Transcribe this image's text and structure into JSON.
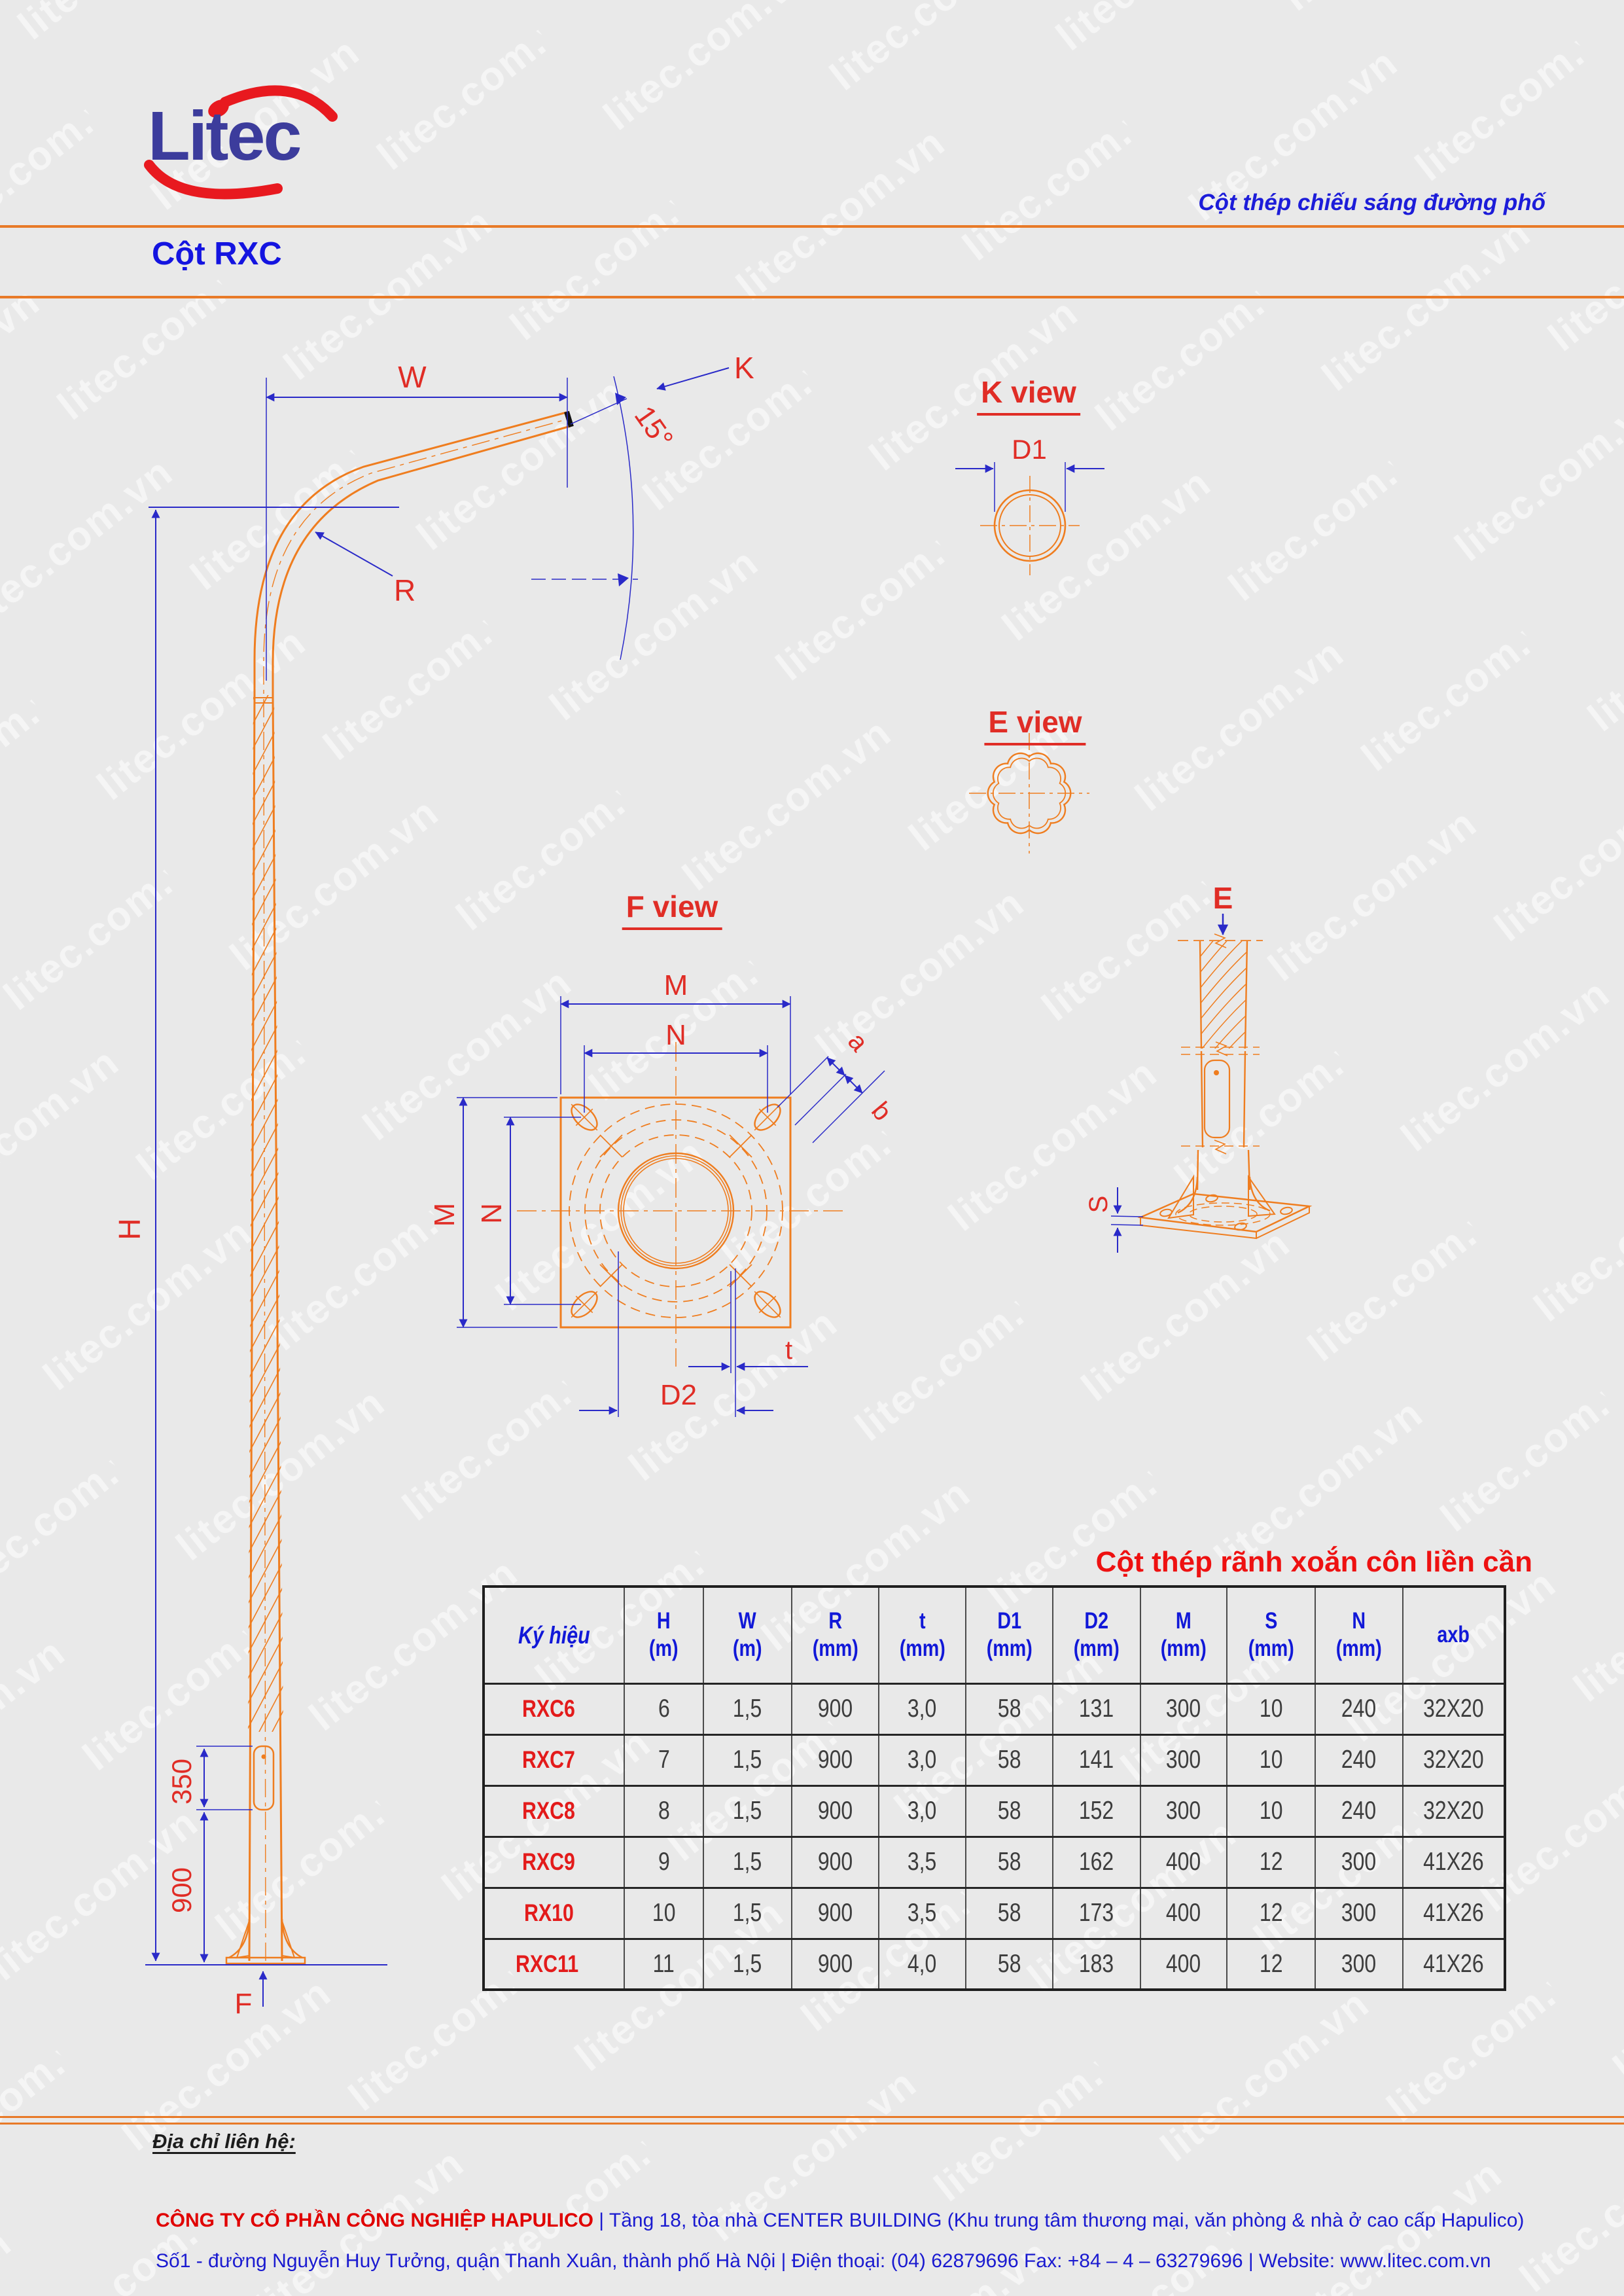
{
  "page": {
    "watermark": "litec.com.vn"
  },
  "colors": {
    "background": "#e9e9e9",
    "accent_orange": "#e87a28",
    "drawing_orange": "#ef7d1f",
    "dimension_blue": "#2a2ac8",
    "label_red": "#e02d26",
    "heading_blue": "#1414e0",
    "logo_blue": "#3c3c9c",
    "logo_red": "#e8191f",
    "footer_red": "#e00000",
    "table_text": "#3d3d3d"
  },
  "header": {
    "logo_text": "Litec",
    "tagline": "Cột thép chiếu sáng đường phố",
    "page_title": "Cột RXC"
  },
  "drawing": {
    "view_titles": {
      "k": "K view",
      "e": "E view",
      "f": "F view"
    },
    "labels": {
      "w": "W",
      "k": "K",
      "angle": "15°",
      "r": "R",
      "h": "H",
      "len350": "350",
      "len900": "900",
      "f": "F",
      "d1": "D1",
      "e": "E",
      "s": "S",
      "m_top": "M",
      "n_top": "N",
      "m_left": "M",
      "n_left": "N",
      "a": "a",
      "b": "b",
      "t": "t",
      "d2": "D2"
    }
  },
  "table": {
    "title": "Cột thép rãnh xoắn côn liền cần",
    "columns": [
      {
        "label": "Ký hiệu",
        "unit": ""
      },
      {
        "label": "H",
        "unit": "(m)"
      },
      {
        "label": "W",
        "unit": "(m)"
      },
      {
        "label": "R",
        "unit": "(mm)"
      },
      {
        "label": "t",
        "unit": "(mm)"
      },
      {
        "label": "D1",
        "unit": "(mm)"
      },
      {
        "label": "D2",
        "unit": "(mm)"
      },
      {
        "label": "M",
        "unit": "(mm)"
      },
      {
        "label": "S",
        "unit": "(mm)"
      },
      {
        "label": "N",
        "unit": "(mm)"
      },
      {
        "label": "axb",
        "unit": ""
      }
    ],
    "rows": [
      {
        "name": "RXC6",
        "values": [
          "6",
          "1,5",
          "900",
          "3,0",
          "58",
          "131",
          "300",
          "10",
          "240",
          "32X20"
        ]
      },
      {
        "name": "RXC7",
        "values": [
          "7",
          "1,5",
          "900",
          "3,0",
          "58",
          "141",
          "300",
          "10",
          "240",
          "32X20"
        ]
      },
      {
        "name": "RXC8",
        "values": [
          "8",
          "1,5",
          "900",
          "3,0",
          "58",
          "152",
          "300",
          "10",
          "240",
          "32X20"
        ]
      },
      {
        "name": "RXC9",
        "values": [
          "9",
          "1,5",
          "900",
          "3,5",
          "58",
          "162",
          "400",
          "12",
          "300",
          "41X26"
        ]
      },
      {
        "name": "RX10",
        "values": [
          "10",
          "1,5",
          "900",
          "3,5",
          "58",
          "173",
          "400",
          "12",
          "300",
          "41X26"
        ]
      },
      {
        "name": "RXC11",
        "values": [
          "11",
          "1,5",
          "900",
          "4,0",
          "58",
          "183",
          "400",
          "12",
          "300",
          "41X26"
        ]
      }
    ]
  },
  "footer": {
    "heading": "Địa chỉ liên hệ:",
    "company": "CÔNG TY CỔ PHẦN CÔNG NGHIỆP HAPULICO",
    "sep": "|",
    "line1_rest": "Tầng 18, tòa nhà CENTER BUILDING (Khu trung tâm thương mại, văn phòng & nhà ở cao cấp Hapulico)",
    "line2": "Số1 - đường Nguyễn Huy Tưởng, quận Thanh Xuân, thành phố Hà Nội   |   Điện thoại: (04) 62879696     Fax: +84 – 4 – 63279696    |    Website: www.litec.com.vn"
  }
}
